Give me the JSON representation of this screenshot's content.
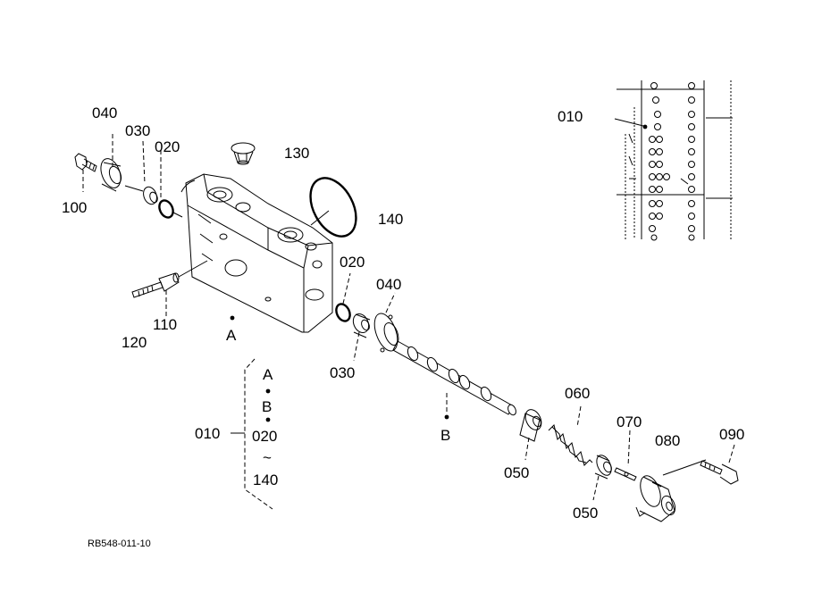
{
  "diagram": {
    "drawing_code": "RB548-011-10",
    "callouts": {
      "c040_top": "040",
      "c030_top": "030",
      "c020_top": "020",
      "c100": "100",
      "c130": "130",
      "c140": "140",
      "c010_inset": "010",
      "c020_mid": "020",
      "c040_mid": "040",
      "c110": "110",
      "c120": "120",
      "cA": "A",
      "c030_mid": "030",
      "cB": "B",
      "c060": "060",
      "c070": "070",
      "c080": "080",
      "c090": "090",
      "c050_a": "050",
      "c050_b": "050"
    },
    "assembly_bracket": {
      "label": "010",
      "items": [
        "A",
        "B",
        "020",
        "~",
        "140"
      ]
    }
  }
}
